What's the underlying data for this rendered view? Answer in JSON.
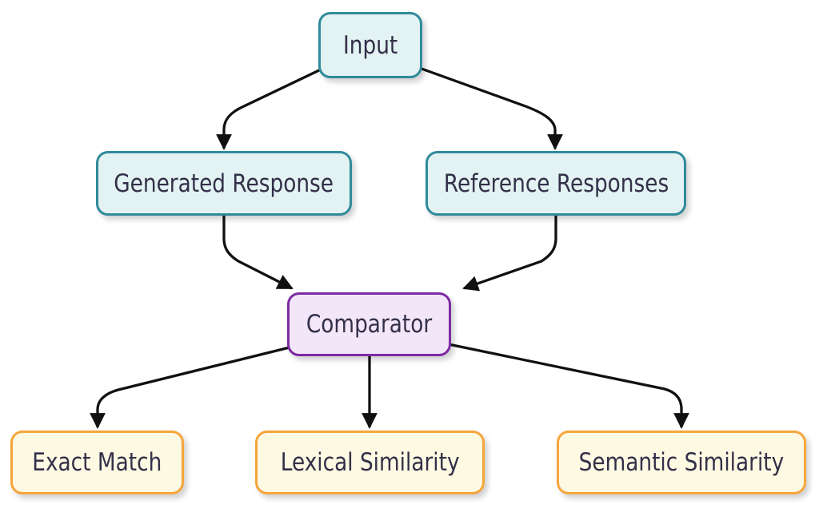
{
  "colors": {
    "background": "#FFFFFF",
    "text_color": "#333049",
    "edge_color": "#111111",
    "teal_border": "#2F8B9B",
    "teal_fill": "#E3F2F2",
    "purple_border": "#7C2BA2",
    "purple_fill": "#F3E6F8",
    "orange_border": "#F6A53B",
    "orange_fill": "#FDF9E3"
  },
  "diagram": {
    "type": "flowchart",
    "direction": "top-down",
    "nodes": {
      "input": {
        "label": "Input",
        "category": "source"
      },
      "generated": {
        "label": "Generated Response",
        "category": "source"
      },
      "reference": {
        "label": "Reference Responses",
        "category": "source"
      },
      "comparator": {
        "label": "Comparator",
        "category": "processor"
      },
      "exact": {
        "label": "Exact Match",
        "category": "metric"
      },
      "lexical": {
        "label": "Lexical Similarity",
        "category": "metric"
      },
      "semantic": {
        "label": "Semantic Similarity",
        "category": "metric"
      }
    },
    "edges": [
      {
        "from": "Input",
        "to": "Generated Response"
      },
      {
        "from": "Input",
        "to": "Reference Responses"
      },
      {
        "from": "Generated Response",
        "to": "Comparator"
      },
      {
        "from": "Reference Responses",
        "to": "Comparator"
      },
      {
        "from": "Comparator",
        "to": "Exact Match"
      },
      {
        "from": "Comparator",
        "to": "Lexical Similarity"
      },
      {
        "from": "Comparator",
        "to": "Semantic Similarity"
      }
    ]
  }
}
